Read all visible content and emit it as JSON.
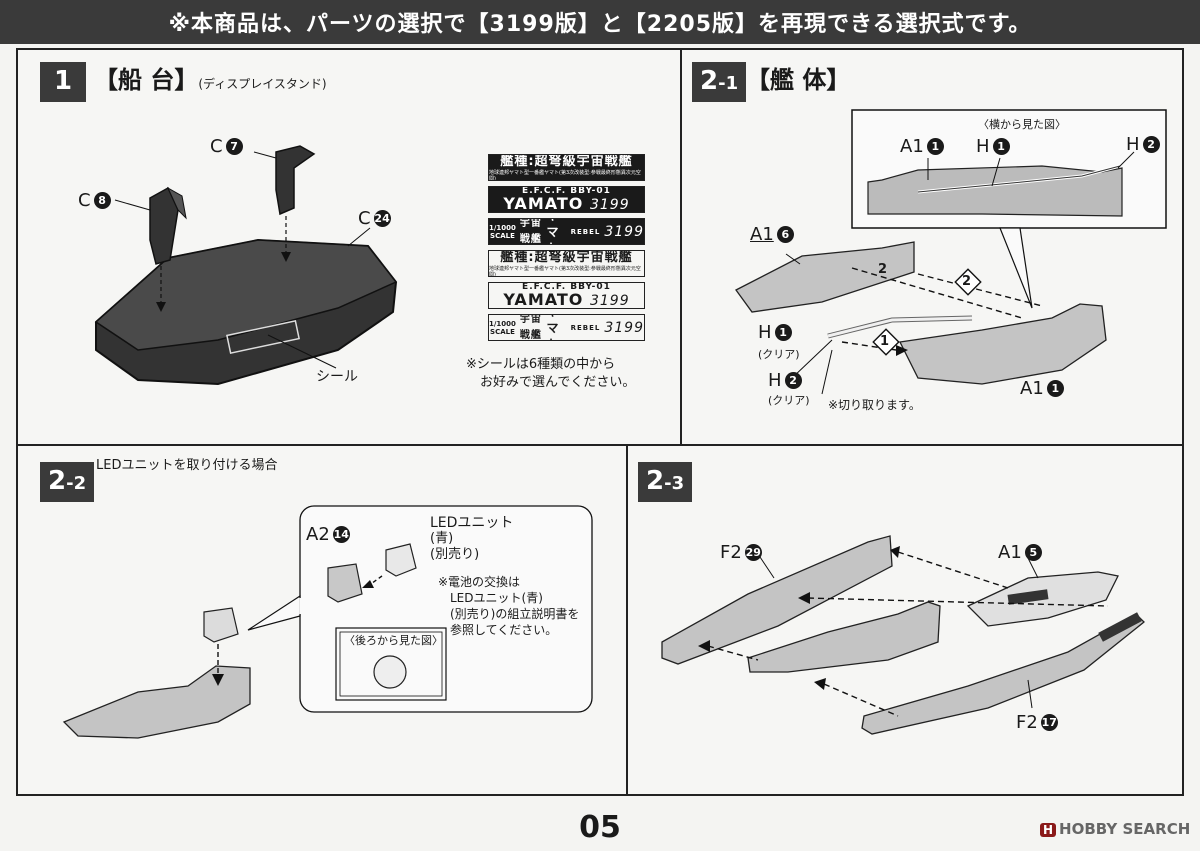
{
  "banner": "※本商品は、パーツの選択で【3199版】と【2205版】を再現できる選択式です。",
  "step1": {
    "number": "1",
    "title": "【船 台】",
    "subtitle": "(ディスプレイスタンド)",
    "labels": [
      {
        "part": "C",
        "num": "7"
      },
      {
        "part": "C",
        "num": "8"
      },
      {
        "part": "C",
        "num": "24"
      }
    ],
    "seal_label": "シール",
    "stickers": [
      {
        "main": "艦種:超弩級宇宙戦艦",
        "sub": "地球連邦ヤマト型一番艦ヤマト(第3次改装型:参戦最終形態異次元空間)"
      },
      {
        "top": "E.F.C.F. BBY-01",
        "main": "YAMATO",
        "model": "3199"
      },
      {
        "scale_top": "1/1000",
        "scale_bottom": "SCALE",
        "main": "宇宙戦艦",
        "logo": "ヤマト",
        "logo_sub": "REBEL",
        "model": "3199"
      },
      {
        "main": "艦種:超弩級宇宙戦艦",
        "sub": "地球連邦ヤマト型一番艦ヤマト(第3次改装型:参戦最終形態異次元空間)"
      },
      {
        "top": "E.F.C.F. BBY-01",
        "main": "YAMATO",
        "model": "3199"
      },
      {
        "scale_top": "1/1000",
        "scale_bottom": "SCALE",
        "main": "宇宙戦艦",
        "logo": "ヤマト",
        "logo_sub": "REBEL",
        "model": "3199"
      }
    ],
    "note_line1": "※シールは6種類の中から",
    "note_line2": "お好みで選んでください。"
  },
  "step21": {
    "number": "2",
    "sub": "-1",
    "title": "【艦 体】",
    "side_view": "〈横から見た図〉",
    "inset_labels": [
      {
        "part": "A1",
        "num": "1"
      },
      {
        "part": "H",
        "num": "1"
      },
      {
        "part": "H",
        "num": "2"
      }
    ],
    "labels": [
      {
        "part": "A1",
        "num": "6"
      },
      {
        "part": "H",
        "num": "1",
        "note": "(クリア)"
      },
      {
        "part": "H",
        "num": "2",
        "note": "(クリア)"
      },
      {
        "part": "A1",
        "num": "1"
      }
    ],
    "cut_note": "※切り取ります。",
    "order": [
      "1",
      "2"
    ]
  },
  "step22": {
    "number": "2",
    "sub": "-2",
    "heading": "LEDユニットを取り付ける場合",
    "a2": {
      "part": "A2",
      "num": "14"
    },
    "led_line1": "LEDユニット",
    "led_line2": "(青)",
    "led_line3": "(別売り)",
    "battery_note": [
      "※電池の交換は",
      "LEDユニット(青)",
      "(別売り)の組立説明書を",
      "参照してください。"
    ],
    "rear_view": "〈後ろから見た図〉"
  },
  "step23": {
    "number": "2",
    "sub": "-3",
    "labels": [
      {
        "part": "F2",
        "num": "29"
      },
      {
        "part": "A1",
        "num": "5"
      },
      {
        "part": "F2",
        "num": "17"
      }
    ]
  },
  "page_number": "05",
  "watermark": {
    "badge": "H",
    "text": "HOBBY SEARCH"
  }
}
